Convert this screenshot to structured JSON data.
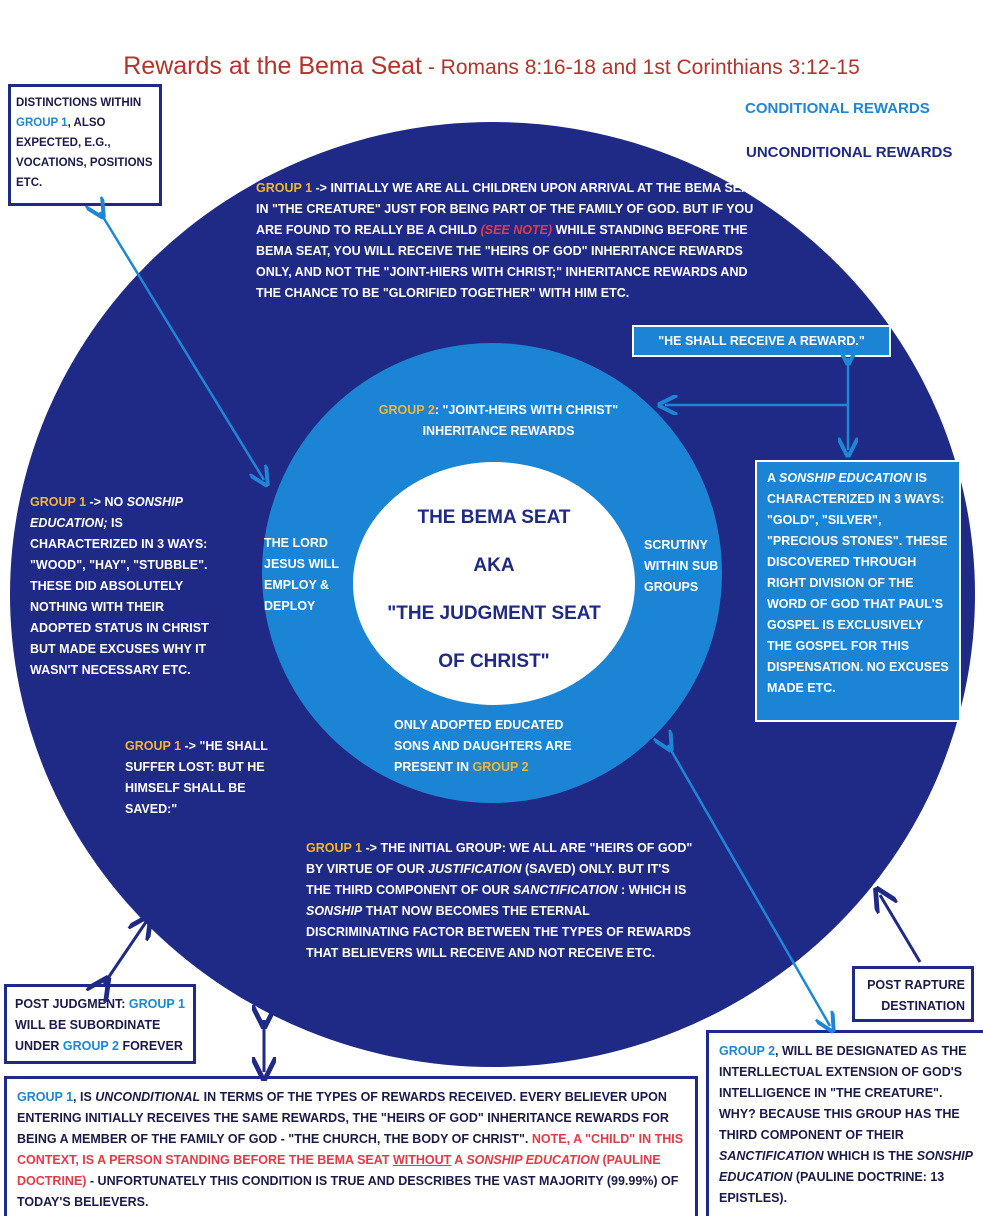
{
  "title": {
    "main": "Rewards at the Bema Seat",
    "ref": " - Romans 8:16-18 and 1st Corinthians 3:12-15"
  },
  "legend": {
    "conditional": "CONDITIONAL REWARDS",
    "unconditional": "UNCONDITIONAL REWARDS"
  },
  "distinctions": {
    "a": "DISTINCTIONS WITHIN ",
    "g": "GROUP 1",
    "b": ", ALSO EXPECTED, e.g., VOCATIONS, POSITIONS ETC."
  },
  "group1_top": {
    "g": "GROUP 1",
    "a": " -> INITIALLY WE ARE ALL CHILDREN UPON ARRIVAL AT THE BEMA SEAT IN \"THE CREATURE\" JUST FOR BEING PART OF THE FAMILY OF GOD. BUT IF YOU ARE FOUND TO REALLY BE A CHILD ",
    "note": "(SEE NOTE)",
    "b": " WHILE STANDING BEFORE THE BEMA SEAT, YOU WILL RECEIVE THE \"HEIRS OF GOD\" INHERITANCE REWARDS ONLY, AND NOT THE \"JOINT-HIERS WITH CHRIST;\" INHERITANCE REWARDS AND THE CHANCE TO BE \"GLORIFIED TOGETHER\" WITH HIM ETC."
  },
  "receive_reward": "\"HE SHALL RECEIVE A REWARD.\"",
  "group2_top": {
    "g": "GROUP 2",
    "a": ": \"JOINT-HEIRS WITH CHRIST\" INHERITANCE REWARDS"
  },
  "group1_left": {
    "g": "GROUP 1",
    "a": " -> NO ",
    "sonship": "SONSHIP EDUCATION;",
    "b": " IS CHARACTERIZED IN 3 WAYS: \"WOOD\", \"HAY\", \"STUBBLE\". THESE DID ABSOLUTELY NOTHING WITH THEIR ADOPTED STATUS IN CHRIST BUT MADE EXCUSES WHY IT WASN'T NECESSARY ETC."
  },
  "lord": "THE LORD JESUS WILL EMPLOY & DEPLOY",
  "scrutiny": "SCRUTINY WITHIN SUB GROUPS",
  "bema": {
    "line1": "THE BEMA SEAT",
    "line2": "AKA",
    "line3": "\"THE JUDGMENT SEAT",
    "line4": "OF CHRIST\""
  },
  "sonship_panel": {
    "a": "A ",
    "sonship": "SONSHIP EDUCATION",
    "b": " IS CHARACTERIZED IN 3 WAYS: \"GOLD\", \"SILVER\", \"PRECIOUS STONES\". THESE DISCOVERED THROUGH RIGHT DIVISION OF THE WORD OF GOD THAT PAUL'S GOSPEL IS EXCLUSIVELY THE GOSPEL FOR THIS DISPENSATION. NO EXCUSES MADE ETC."
  },
  "only_adopted": {
    "a": "ONLY ADOPTED EDUCATED SONS AND DAUGHTERS ARE PRESENT IN ",
    "g": "GROUP 2"
  },
  "suffer_lost": {
    "g": "GROUP 1",
    "a": " -> \"HE SHALL SUFFER LOST: BUT HE HIMSELF SHALL BE SAVED:\""
  },
  "initial_group": {
    "g": "GROUP 1",
    "a": " -> THE INITIAL GROUP: WE ALL ARE \"HEIRS OF GOD\" BY VIRTUE OF OUR ",
    "just": "JUSTIFICATION",
    "b": " (SAVED) ONLY. BUT IT'S THE THIRD COMPONENT OF OUR ",
    "sanct": "SANCTIFICATION",
    "c": " : WHICH IS ",
    "sonship": "SONSHIP",
    "d": " THAT NOW BECOMES THE ETERNAL DISCRIMINATING FACTOR BETWEEN THE TYPES OF REWARDS THAT BELIEVERS WILL RECEIVE AND NOT RECEIVE ETC."
  },
  "post_judgment": {
    "a": "POST JUDGMENT: ",
    "g1": "GROUP 1",
    "b": " WILL BE SUBORDINATE UNDER ",
    "g2": "GROUP 2",
    "c": " FOREVER"
  },
  "post_rapture": "POST RAPTURE DESTINATION",
  "group2_box": {
    "g": "GROUP 2",
    "a": ", WILL BE DESIGNATED AS THE INTERLLECTUAL EXTENSION OF GOD'S INTELLIGENCE IN \"THE CREATURE\". WHY? BECAUSE THIS GROUP HAS THE THIRD COMPONENT OF THEIR ",
    "sanct": "SANCTIFICATION",
    "b": " WHICH IS THE ",
    "sonship": "SONSHIP EDUCATION",
    "c": " (PAULINE DOCTRINE: 13 EPISTLES)."
  },
  "group1_box": {
    "g": "GROUP 1",
    "a": ", IS ",
    "uncond": "UNCONDITIONAL",
    "b": " IN TERMS OF THE TYPES OF REWARDS RECEIVED. EVERY BELIEVER UPON ENTERING INITIALLY RECEIVES THE SAME REWARDS, THE \"HEIRS OF GOD\" INHERITANCE REWARDS FOR BEING A MEMBER OF THE FAMILY OF GOD - \"THE CHURCH, THE BODY OF CHRIST\". ",
    "note1": "NOTE, A \"CHILD\" IN THIS CONTEXT, IS A PERSON STANDING BEFORE THE BEMA SEAT ",
    "without": "WITHOUT",
    "note2": " A ",
    "sonship": "SONSHIP EDUCATION",
    "note3": " (PAULINE DOCTRINE)",
    "c": " - UNFORTUNATELY THIS CONDITION IS TRUE AND DESCRIBES THE VAST MAJORITY (99.99%) OF TODAY'S BELIEVERS."
  },
  "colors": {
    "outer_circle": "#1f2a86",
    "middle_circle": "#1c84d4",
    "group_label": "#f2b632",
    "title_red": "#b3342c",
    "note_red": "#e53a46"
  }
}
